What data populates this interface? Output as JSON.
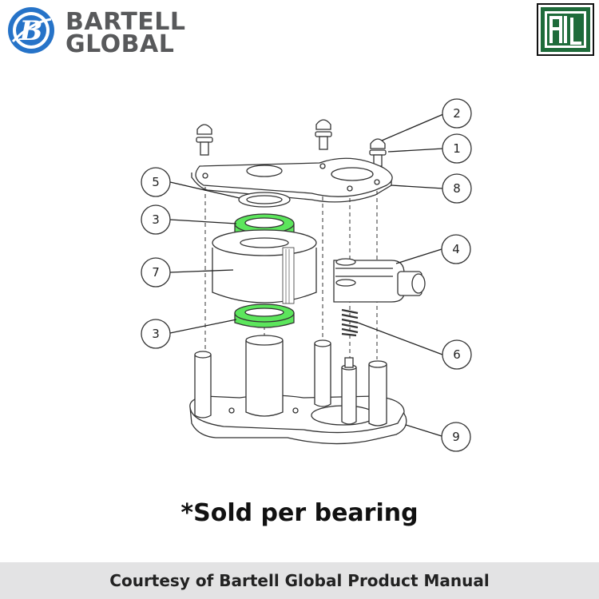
{
  "header": {
    "brand_line1": "BARTELL",
    "brand_line2": "GLOBAL",
    "brand_color": "#2673c8",
    "text_color": "#58595b",
    "partner_logo_color": "#1e6b3a"
  },
  "diagram": {
    "callouts": [
      "1",
      "2",
      "3",
      "3",
      "4",
      "5",
      "6",
      "7",
      "8",
      "9"
    ],
    "highlight_color": "#5ce65c"
  },
  "note": "*Sold per bearing",
  "footer": "Courtesy of Bartell Global Product Manual"
}
